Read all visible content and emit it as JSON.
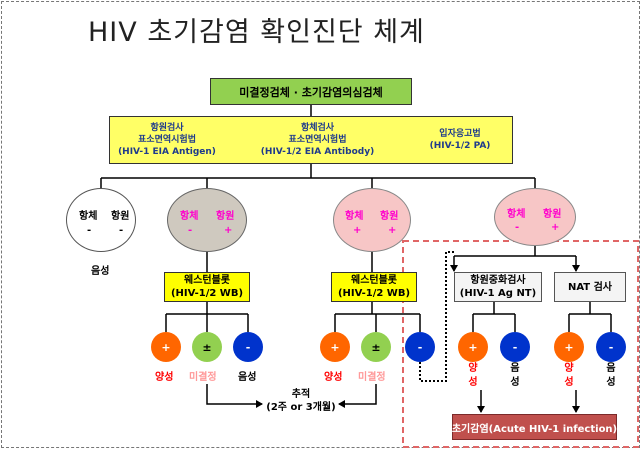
{
  "title": "HIV 초기감염 확인진단 체계",
  "top_box": "미결정검체 · 초기감염의심검체",
  "tests": {
    "antigen": {
      "line1": "항원검사",
      "line2": "표소면역시험법",
      "line3": "(HIV-1 EIA Antigen)"
    },
    "antibody": {
      "line1": "항체검사",
      "line2": "표소면역시험법",
      "line3": "(HIV-1/2 EIA Antibody)"
    },
    "pa": {
      "line1": "입자응고법",
      "line2": "(HIV-1/2 PA)"
    }
  },
  "ovals": [
    {
      "ab_label": "항체",
      "ag_label": "항원",
      "ab_value": "-",
      "ag_value": "-"
    },
    {
      "ab_label": "항체",
      "ag_label": "항원",
      "ab_value": "-",
      "ag_value": "+"
    },
    {
      "ab_label": "항체",
      "ag_label": "항원",
      "ab_value": "+",
      "ag_value": "+"
    },
    {
      "ab_label": "항체",
      "ag_label": "항원",
      "ab_value": "-",
      "ag_value": "+"
    }
  ],
  "negative_label": "음성",
  "wb": {
    "line1": "웨스턴블롯",
    "line2": "(HIV-1/2 WB)"
  },
  "ag_neutralization": {
    "line1": "항원중화검사",
    "line2": "(HIV-1 Ag NT)"
  },
  "nat": "NAT 검사",
  "results": {
    "positive": "+",
    "indeterminate": "±",
    "negative": "-"
  },
  "result_labels": {
    "positive": "양성",
    "indeterminate": "미결정",
    "negative": "음성"
  },
  "vertical_labels": {
    "pos_1": "양",
    "pos_2": "성",
    "neg_1": "음",
    "neg_2": "성"
  },
  "follow_up": {
    "line1": "추적",
    "line2": "(2주 or 3개월)"
  },
  "final_box": "초기감염(Acute HIV-1 infection)",
  "colors": {
    "positive": "#ff6600",
    "indeterminate": "#92d050",
    "negative": "#0033cc",
    "label_positive": "#ff0000",
    "label_indeterminate": "#ff9999",
    "label_negative": "#000000",
    "oval_label": "#ff00cc",
    "highlight_border": "#e06666"
  }
}
